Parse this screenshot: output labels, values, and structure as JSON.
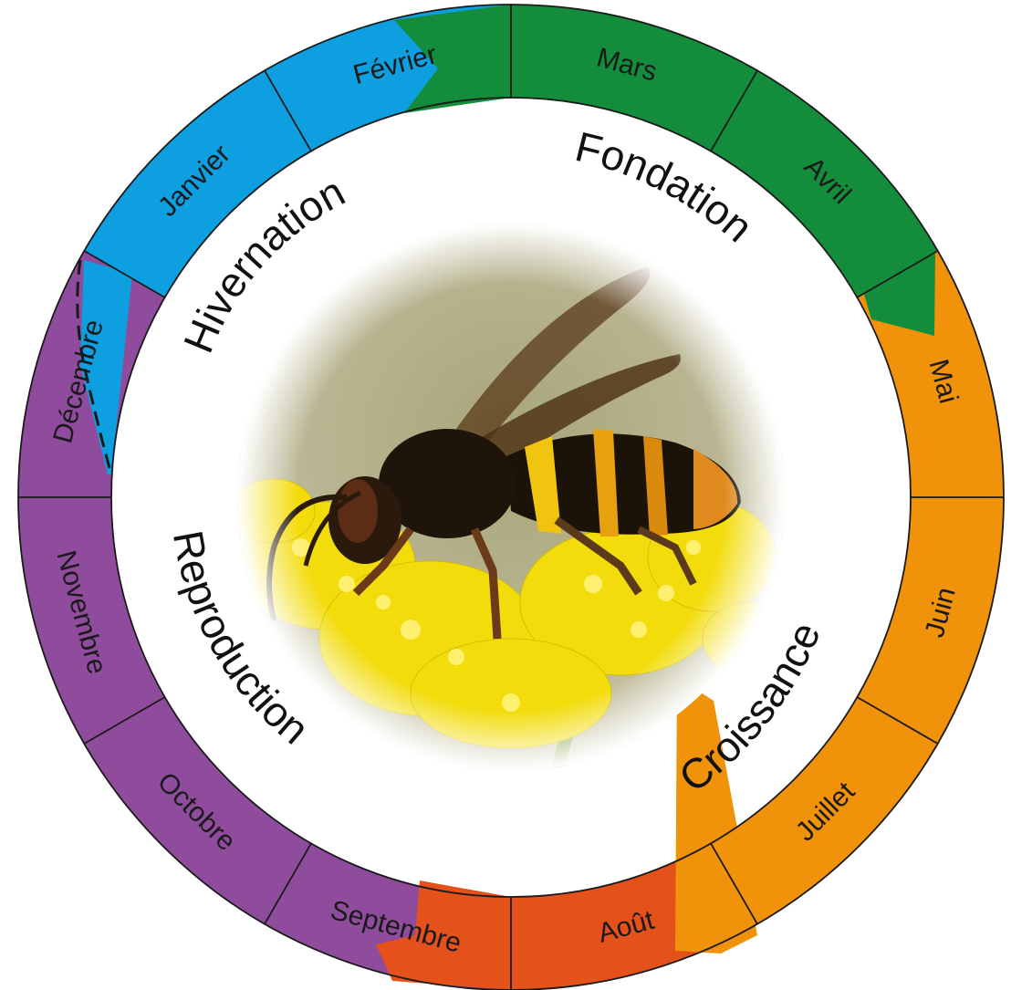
{
  "months": [
    {
      "label": "Janvier",
      "phase": "hivernation"
    },
    {
      "label": "Février",
      "phase": "hivernation"
    },
    {
      "label": "Mars",
      "phase": "fondation"
    },
    {
      "label": "Avril",
      "phase": "fondation"
    },
    {
      "label": "Mai",
      "phase": "croissance"
    },
    {
      "label": "Juin",
      "phase": "croissance"
    },
    {
      "label": "Juillet",
      "phase": "croissance"
    },
    {
      "label": "Août",
      "phase": "reproduction"
    },
    {
      "label": "Septembre",
      "phase": "reproduction"
    },
    {
      "label": "Octobre",
      "phase": "reproduction"
    },
    {
      "label": "Novembre",
      "phase": "reproduction"
    },
    {
      "label": "Décembre",
      "phase": "reproduction"
    }
  ],
  "phases": {
    "hivernation": {
      "label": "Hivernation"
    },
    "fondation": {
      "label": "Fondation"
    },
    "croissance": {
      "label": "Croissance"
    },
    "reproduction": {
      "label": "Reproduction"
    }
  },
  "colors": {
    "hivernation": "#0d9fe0",
    "fondation": "#138d3b",
    "croissance": "#f0920a",
    "reproduction": "#904c9c",
    "late_reproduction": "#e4511b"
  },
  "center_image": {
    "icon": "hornet-on-flowers-photo"
  }
}
